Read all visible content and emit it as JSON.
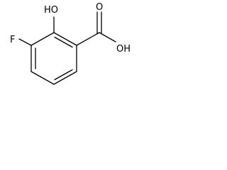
{
  "molecule": {
    "labels": {
      "fluorine": "F",
      "hydroxyl": "HO",
      "carbonyl_oxygen": "O",
      "acid_hydroxyl": "OH"
    }
  },
  "colors": {
    "bond": "#000000",
    "background": "#ffffff"
  }
}
